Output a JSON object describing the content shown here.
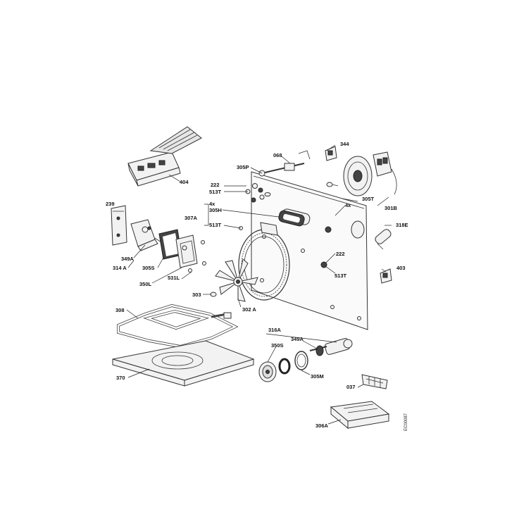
{
  "labels": {
    "l404": "404",
    "l068": "068",
    "l344": "344",
    "l305P": "305P",
    "l222a": "222",
    "l513Ta": "513T",
    "l4xa": "4x",
    "l305H": "305H",
    "l307A": "307A",
    "l513Tb": "513T",
    "l4xb": "4x",
    "l305T": "305T",
    "l301B": "301B",
    "l318E": "318E",
    "l239": "239",
    "l349Aa": "349A",
    "l314A": "314 A",
    "l305S": "305S",
    "l350L": "350L",
    "l531L": "531L",
    "l303": "303",
    "l302A": "302 A",
    "l222b": "222",
    "l513Tc": "513T",
    "l403": "403",
    "l308": "308",
    "l316A": "316A",
    "l349Ab": "349A",
    "l350S": "350S",
    "l305M": "305M",
    "l370": "370",
    "l037": "037",
    "l306A": "306A"
  },
  "drawing_code": "EC00087"
}
